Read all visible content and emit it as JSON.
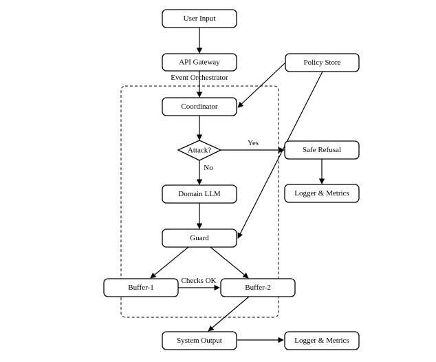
{
  "container": {
    "label": "Event Orchestrator"
  },
  "nodes": {
    "user_input": "User Input",
    "api_gateway": "API Gateway",
    "coordinator": "Coordinator",
    "attack": "Attack?",
    "domain_llm": "Domain LLM",
    "guard": "Guard",
    "buffer1": "Buffer-1",
    "buffer2": "Buffer-2",
    "system_output": "System Output",
    "policy_store": "Policy Store",
    "safe_refusal": "Safe Refusal",
    "logger_metrics_1": "Logger & Metrics",
    "logger_metrics_2": "Logger & Metrics"
  },
  "edge_labels": {
    "yes": "Yes",
    "no": "No",
    "checks_ok": "Checks OK"
  }
}
